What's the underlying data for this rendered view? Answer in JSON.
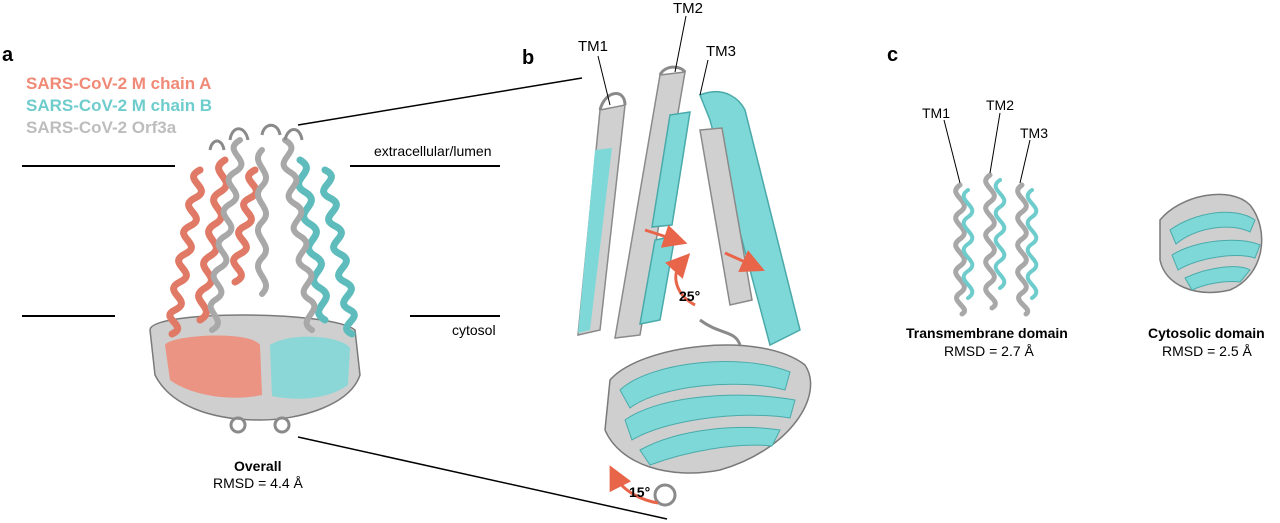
{
  "panels": {
    "a": "a",
    "b": "b",
    "c": "c"
  },
  "legend": [
    {
      "label": "SARS-CoV-2 M chain A",
      "color": "#f08a76"
    },
    {
      "label": "SARS-CoV-2 M chain B",
      "color": "#6fcccc"
    },
    {
      "label": "SARS-CoV-2 Orf3a",
      "color": "#bdbdbd"
    }
  ],
  "regions": {
    "top": "extracellular/lumen",
    "bottom": "cytosol"
  },
  "panel_a": {
    "caption": "Overall",
    "rmsd": "RMSD = 4.4 Å"
  },
  "panel_b": {
    "tm1": "TM1",
    "tm2": "TM2",
    "tm3": "TM3",
    "angle1": "25°",
    "angle2": "15°"
  },
  "panel_c": {
    "tm1": "TM1",
    "tm2": "TM2",
    "tm3": "TM3",
    "tm_caption": "Transmembrane domain",
    "tm_rmsd": "RMSD = 2.7 Å",
    "cyto_caption": "Cytosolic domain",
    "cyto_rmsd": "RMSD = 2.5 Å"
  },
  "colors": {
    "chainA": "#f08a76",
    "chainB": "#7fd8d8",
    "orf3a": "#c8c8c8",
    "arrow": "#e8654a",
    "line": "#000000"
  }
}
